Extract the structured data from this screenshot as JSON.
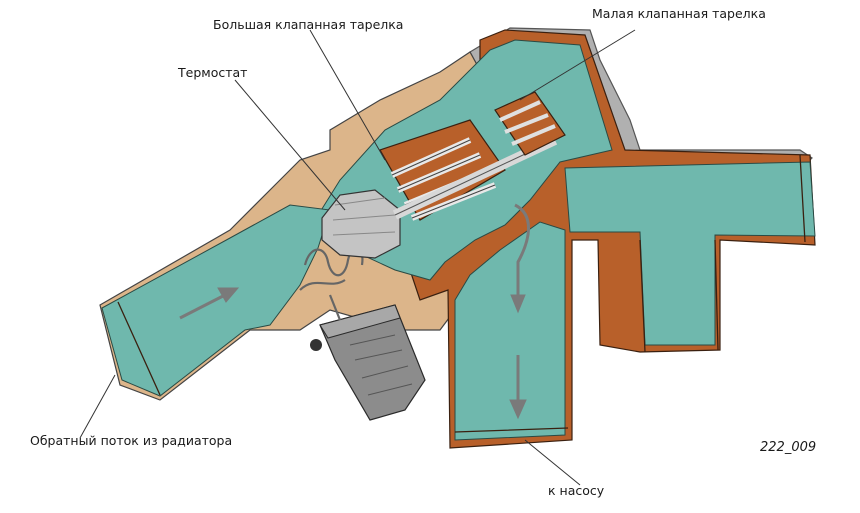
{
  "labels": {
    "big_valve": "Большая клапанная тарелка",
    "small_valve": "Малая клапанная тарелка",
    "thermostat": "Термостат",
    "return_flow": "Обратный поток из радиатора",
    "to_pump": "к насосу"
  },
  "figure_code": "222_009",
  "colors": {
    "coolant": "#6fb8ad",
    "housing_copper": "#b8602a",
    "housing_tan": "#dcb58a",
    "housing_grey": "#b0b0b0",
    "cavity_grey": "#c4c4c4",
    "arrow": "#7a7a7a"
  }
}
